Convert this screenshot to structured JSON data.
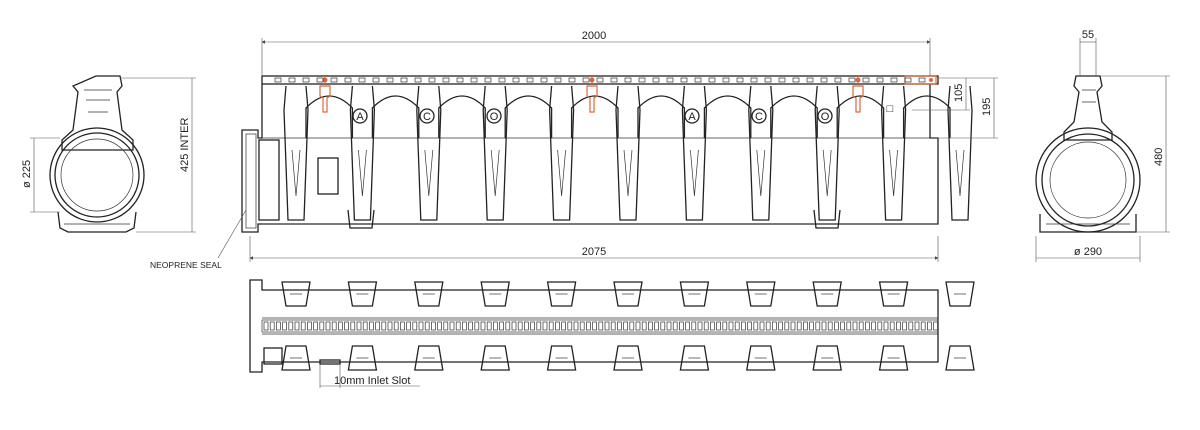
{
  "dimensions": {
    "top_length": "2000",
    "overall_length": "2075",
    "height_105": "105",
    "height_195": "195",
    "intermediate": "425 INTER",
    "pipe_diameter": "ø 225",
    "end_height": "480",
    "end_top_width": "55",
    "end_diameter": "ø 290"
  },
  "labels": {
    "seal": "NEOPRENE SEAL",
    "inlet_slot": "10mm Inlet Slot"
  },
  "markers": [
    "A",
    "C",
    "O",
    "A",
    "C",
    "O",
    "□"
  ],
  "colors": {
    "line": "#222222",
    "accent": "#e0663a"
  }
}
